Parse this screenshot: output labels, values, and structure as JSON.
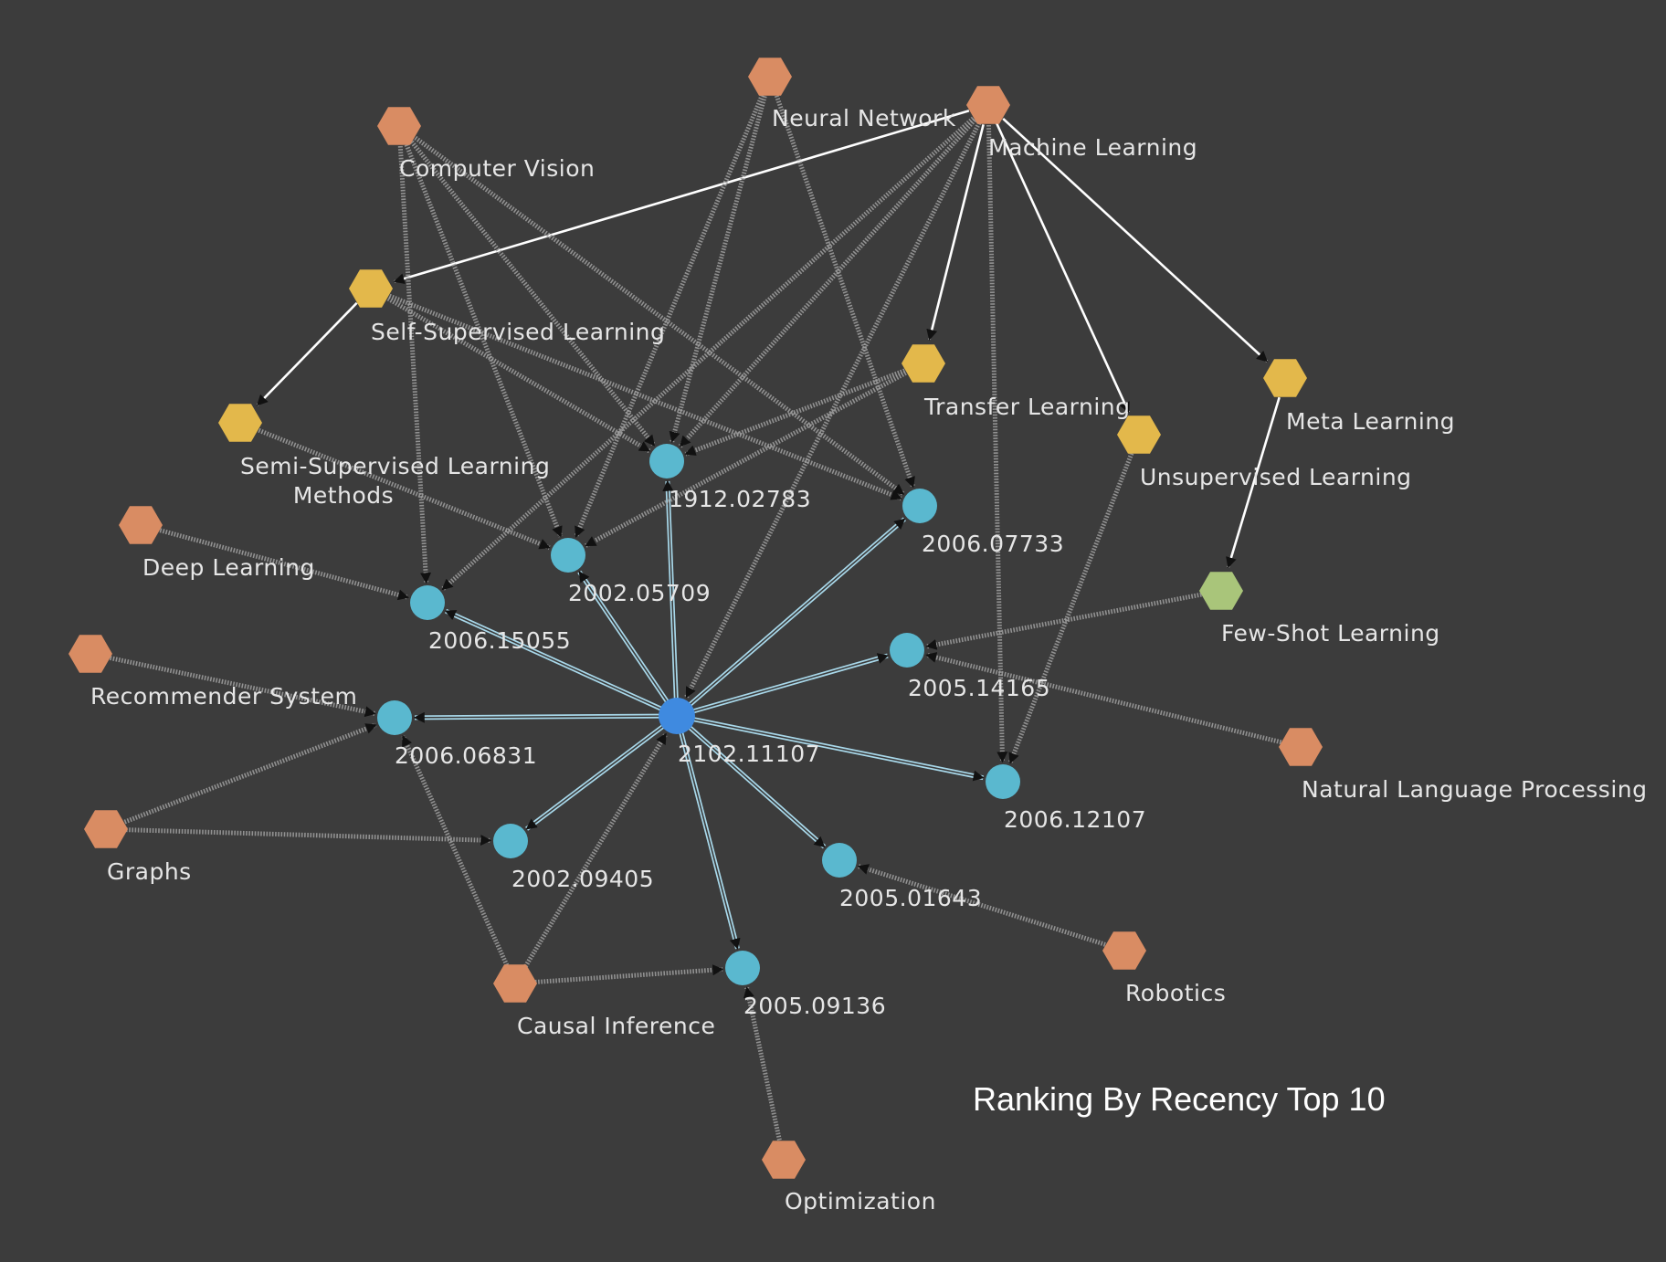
{
  "title": "Ranking By Recency Top 10",
  "colors": {
    "background": "#3c3c3c",
    "topic_node": "#d98c63",
    "subfield_node": "#e3b84b",
    "fewshot_node": "#a9c57a",
    "paper_node": "#5ab8cf",
    "center_node": "#3f8ae0",
    "citation_edge": "#a8d8ea",
    "hierarchy_edge": "#ffffff",
    "topic_edge": "#a0a0a0",
    "label": "#e6e6e6"
  },
  "nodes": [
    {
      "id": "n_neural",
      "label": "Neural Network",
      "kind": "topic"
    },
    {
      "id": "n_ml",
      "label": "Machine Learning",
      "kind": "topic"
    },
    {
      "id": "n_cv",
      "label": "Computer Vision",
      "kind": "topic"
    },
    {
      "id": "n_ssl",
      "label": "Self-Supervised Learning",
      "kind": "subfield"
    },
    {
      "id": "n_transfer",
      "label": "Transfer Learning",
      "kind": "subfield"
    },
    {
      "id": "n_meta",
      "label": "Meta Learning",
      "kind": "subfield"
    },
    {
      "id": "n_unsup",
      "label": "Unsupervised Learning",
      "kind": "subfield"
    },
    {
      "id": "n_semi",
      "label": "Semi-Supervised Learning Methods",
      "kind": "subfield"
    },
    {
      "id": "n_fewshot",
      "label": "Few-Shot Learning",
      "kind": "fewshot"
    },
    {
      "id": "n_dl",
      "label": "Deep Learning",
      "kind": "topic"
    },
    {
      "id": "n_rec",
      "label": "Recommender System",
      "kind": "topic"
    },
    {
      "id": "n_graphs",
      "label": "Graphs",
      "kind": "topic"
    },
    {
      "id": "n_causal",
      "label": "Causal Inference",
      "kind": "topic"
    },
    {
      "id": "n_opt",
      "label": "Optimization",
      "kind": "topic"
    },
    {
      "id": "n_robotics",
      "label": "Robotics",
      "kind": "topic"
    },
    {
      "id": "n_nlp",
      "label": "Natural Language Processing",
      "kind": "topic"
    },
    {
      "id": "p_1912_02783",
      "label": "1912.02783",
      "kind": "paper"
    },
    {
      "id": "p_2006_07733",
      "label": "2006.07733",
      "kind": "paper"
    },
    {
      "id": "p_2002_05709",
      "label": "2002.05709",
      "kind": "paper"
    },
    {
      "id": "p_2006_15055",
      "label": "2006.15055",
      "kind": "paper"
    },
    {
      "id": "p_2005_14165",
      "label": "2005.14165",
      "kind": "paper"
    },
    {
      "id": "p_2006_06831",
      "label": "2006.06831",
      "kind": "paper"
    },
    {
      "id": "p_2102_11107",
      "label": "2102.11107",
      "kind": "center"
    },
    {
      "id": "p_2006_12107",
      "label": "2006.12107",
      "kind": "paper"
    },
    {
      "id": "p_2002_09405",
      "label": "2002.09405",
      "kind": "paper"
    },
    {
      "id": "p_2005_01643",
      "label": "2005.01643",
      "kind": "paper"
    },
    {
      "id": "p_2005_09136",
      "label": "2005.09136",
      "kind": "paper"
    }
  ],
  "edges": [
    {
      "from": "n_ml",
      "to": "n_ssl",
      "kind": "hierarchy"
    },
    {
      "from": "n_ml",
      "to": "n_transfer",
      "kind": "hierarchy"
    },
    {
      "from": "n_ml",
      "to": "n_unsup",
      "kind": "hierarchy"
    },
    {
      "from": "n_ml",
      "to": "n_meta",
      "kind": "hierarchy"
    },
    {
      "from": "n_ssl",
      "to": "n_semi",
      "kind": "hierarchy"
    },
    {
      "from": "n_meta",
      "to": "n_fewshot",
      "kind": "hierarchy"
    },
    {
      "from": "p_2102_11107",
      "to": "p_1912_02783",
      "kind": "citation"
    },
    {
      "from": "p_2102_11107",
      "to": "p_2006_07733",
      "kind": "citation"
    },
    {
      "from": "p_2102_11107",
      "to": "p_2002_05709",
      "kind": "citation"
    },
    {
      "from": "p_2102_11107",
      "to": "p_2006_15055",
      "kind": "citation"
    },
    {
      "from": "p_2102_11107",
      "to": "p_2005_14165",
      "kind": "citation"
    },
    {
      "from": "p_2102_11107",
      "to": "p_2006_06831",
      "kind": "citation"
    },
    {
      "from": "p_2102_11107",
      "to": "p_2006_12107",
      "kind": "citation"
    },
    {
      "from": "p_2102_11107",
      "to": "p_2002_09405",
      "kind": "citation"
    },
    {
      "from": "p_2102_11107",
      "to": "p_2005_01643",
      "kind": "citation"
    },
    {
      "from": "p_2102_11107",
      "to": "p_2005_09136",
      "kind": "citation"
    },
    {
      "from": "n_neural",
      "to": "p_1912_02783",
      "kind": "topic"
    },
    {
      "from": "n_neural",
      "to": "p_2002_05709",
      "kind": "topic"
    },
    {
      "from": "n_neural",
      "to": "p_2006_07733",
      "kind": "topic"
    },
    {
      "from": "n_ml",
      "to": "p_1912_02783",
      "kind": "topic"
    },
    {
      "from": "n_ml",
      "to": "p_2006_15055",
      "kind": "topic"
    },
    {
      "from": "n_ml",
      "to": "p_2102_11107",
      "kind": "topic"
    },
    {
      "from": "n_ml",
      "to": "p_2006_12107",
      "kind": "topic"
    },
    {
      "from": "n_cv",
      "to": "p_2006_15055",
      "kind": "topic"
    },
    {
      "from": "n_cv",
      "to": "p_2002_05709",
      "kind": "topic"
    },
    {
      "from": "n_cv",
      "to": "p_1912_02783",
      "kind": "topic"
    },
    {
      "from": "n_cv",
      "to": "p_2006_07733",
      "kind": "topic"
    },
    {
      "from": "n_ssl",
      "to": "p_1912_02783",
      "kind": "topic"
    },
    {
      "from": "n_ssl",
      "to": "p_2006_07733",
      "kind": "topic"
    },
    {
      "from": "n_transfer",
      "to": "p_1912_02783",
      "kind": "topic"
    },
    {
      "from": "n_transfer",
      "to": "p_2002_05709",
      "kind": "topic"
    },
    {
      "from": "n_semi",
      "to": "p_2002_05709",
      "kind": "topic"
    },
    {
      "from": "n_unsup",
      "to": "p_2006_12107",
      "kind": "topic"
    },
    {
      "from": "n_fewshot",
      "to": "p_2005_14165",
      "kind": "topic"
    },
    {
      "from": "n_nlp",
      "to": "p_2005_14165",
      "kind": "topic"
    },
    {
      "from": "n_dl",
      "to": "p_2006_15055",
      "kind": "topic"
    },
    {
      "from": "n_rec",
      "to": "p_2006_06831",
      "kind": "topic"
    },
    {
      "from": "n_graphs",
      "to": "p_2006_06831",
      "kind": "topic"
    },
    {
      "from": "n_graphs",
      "to": "p_2002_09405",
      "kind": "topic"
    },
    {
      "from": "n_causal",
      "to": "p_2006_06831",
      "kind": "topic"
    },
    {
      "from": "n_causal",
      "to": "p_2005_09136",
      "kind": "topic"
    },
    {
      "from": "n_causal",
      "to": "p_2102_11107",
      "kind": "topic"
    },
    {
      "from": "n_robotics",
      "to": "p_2005_01643",
      "kind": "topic"
    },
    {
      "from": "n_opt",
      "to": "p_2005_09136",
      "kind": "topic"
    }
  ]
}
